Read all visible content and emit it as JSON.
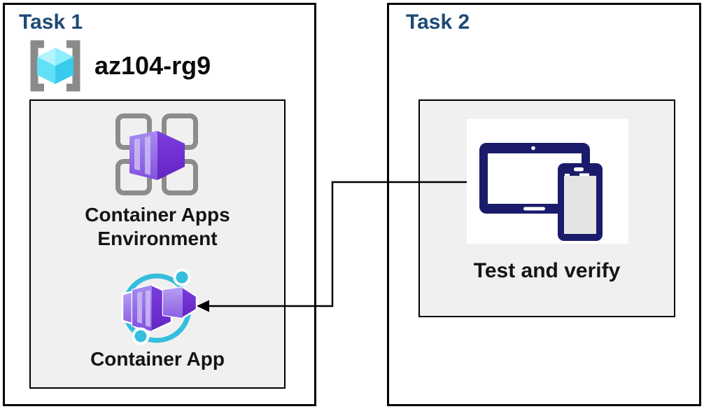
{
  "colors": {
    "title_navy": "#1d4a75",
    "box_border": "#000000",
    "panel_fill": "#f0f0f0",
    "device_navy": "#1a1c6b",
    "cyan": "#35bedd",
    "bracket_gray": "#8a8a8a",
    "grid_gray": "#8c8c8c",
    "stripe": "#cdbcf5",
    "label_black": "#141414"
  },
  "task1": {
    "title": "Task 1",
    "resource_group": {
      "name": "az104-rg9",
      "icon": "resource-group-icon"
    },
    "nodes": [
      {
        "label": "Container Apps Environment",
        "icon": "container-apps-environment-icon"
      },
      {
        "label": "Container App",
        "icon": "container-app-icon"
      }
    ]
  },
  "task2": {
    "title": "Task 2",
    "nodes": [
      {
        "label": "Test and verify",
        "icon": "tablet-and-phone-icon"
      }
    ]
  },
  "connector": {
    "from": "Test and verify",
    "to": "Container App",
    "style": "elbow-line-with-left-arrowhead"
  }
}
